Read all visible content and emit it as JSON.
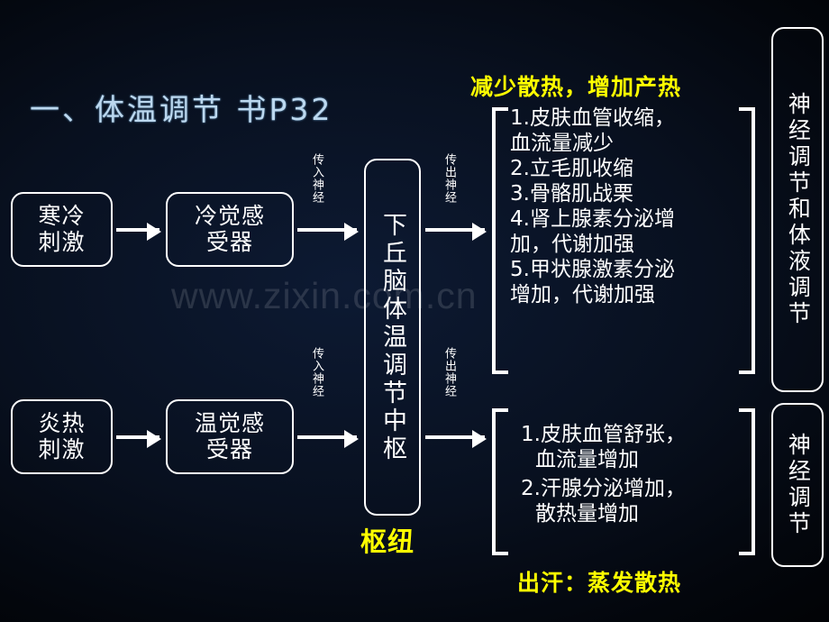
{
  "slide": {
    "title": "一、体温调节 书P32",
    "watermark": "www.zixin.com.cn",
    "headers": {
      "heat_conserve": "减少散热，增加产热",
      "sweat": "出汗：蒸发散热",
      "hub": "枢纽"
    },
    "boxes": {
      "cold_stimulus": "寒冷刺激",
      "cold_receptor": "冷觉感受器",
      "center": "下丘脑体温调节中枢",
      "hot_stimulus": "炎热刺激",
      "warm_receptor": "温觉感受器",
      "right_top": "神经调节和体液调节",
      "right_bottom": "神经调节"
    },
    "nerve_labels": {
      "afferent_top": "传入神经",
      "efferent_top": "传出神经",
      "afferent_bottom": "传入神经",
      "efferent_bottom": "传出神经"
    },
    "cold_responses": [
      {
        "line1": "1.皮肤血管收缩，",
        "line2": "血流量减少"
      },
      {
        "line1": "2.立毛肌收缩",
        "line2": ""
      },
      {
        "line1": "3.骨骼肌战栗",
        "line2": ""
      },
      {
        "line1": "4.肾上腺素分泌增",
        "line2": "加，代谢加强"
      },
      {
        "line1": "5.甲状腺激素分泌",
        "line2": "增加，代谢加强"
      }
    ],
    "hot_responses": [
      {
        "line1": "1.皮肤血管舒张，",
        "line2": "血流量增加"
      },
      {
        "line1": "2.汗腺分泌增加，",
        "line2": "散热量增加"
      }
    ],
    "colors": {
      "accent_title": "#bcd8ef",
      "highlight": "#ffff00",
      "text": "#ffffff",
      "background": "#000000"
    }
  }
}
